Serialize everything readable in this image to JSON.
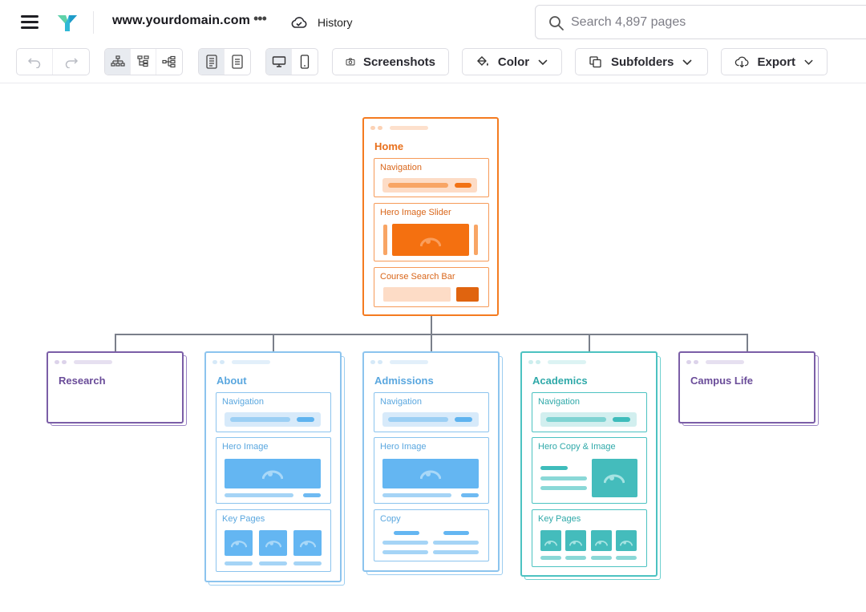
{
  "header": {
    "domain": "www.yourdomain.com",
    "more": "•••",
    "history_label": "History",
    "search_placeholder": "Search 4,897 pages"
  },
  "toolbar": {
    "screenshots_label": "Screenshots",
    "color_label": "Color",
    "subfolders_label": "Subfolders",
    "export_label": "Export"
  },
  "colors": {
    "orange": "#f47b20",
    "purple": "#7b5ea7",
    "blue": "#74b9e8",
    "teal": "#3fbdbd",
    "accent_logo": "#28b6d8"
  },
  "sitemap": {
    "home": {
      "title": "Home",
      "sections": [
        "Navigation",
        "Hero Image Slider",
        "Course Search Bar"
      ]
    },
    "pages": [
      {
        "title": "Research"
      },
      {
        "title": "About",
        "sections": [
          "Navigation",
          "Hero Image",
          "Key Pages"
        ]
      },
      {
        "title": "Admissions",
        "sections": [
          "Navigation",
          "Hero Image",
          "Copy"
        ]
      },
      {
        "title": "Academics",
        "sections": [
          "Navigation",
          "Hero Copy & Image",
          "Key Pages"
        ]
      },
      {
        "title": "Campus Life"
      }
    ]
  }
}
